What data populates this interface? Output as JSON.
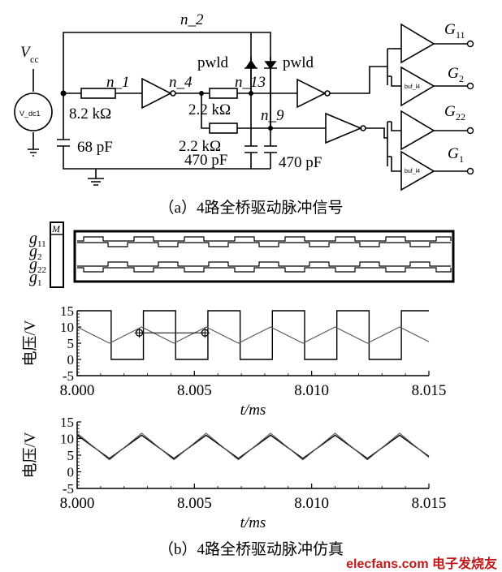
{
  "circuit": {
    "vcc_label": "V",
    "vcc_sub": "cc",
    "source_label": "V_dc1",
    "n1": "n_1",
    "n2": "n_2",
    "n4": "n_4",
    "n13": "n_13",
    "n9": "n_9",
    "r1": "8.2 kΩ",
    "r2": "2.2 kΩ",
    "r3": "2.2 kΩ",
    "c1": "68 pF",
    "c2": "470 pF",
    "c3": "470 pF",
    "diode1": "pwld",
    "diode2": "pwld",
    "buf1": "buf_l4",
    "buf2": "buf_l4",
    "out1": "G",
    "out1_sub": "11",
    "out2": "G",
    "out2_sub": "2",
    "out3": "G",
    "out3_sub": "22",
    "out4": "G",
    "out4_sub": "1"
  },
  "caption_a": "（a）4路全桥驱动脉冲信号",
  "caption_b": "（b）4路全桥驱动脉冲仿真",
  "watermark": "elecfans.com 电子发烧友",
  "digital": {
    "label_m": "M",
    "signals": [
      {
        "name": "g",
        "sub": "11"
      },
      {
        "name": "g",
        "sub": "2"
      },
      {
        "name": "g",
        "sub": "22"
      },
      {
        "name": "g",
        "sub": "1"
      }
    ]
  },
  "chart_data": [
    {
      "type": "line",
      "ylabel": "电压/V",
      "xlabel": "t/ms",
      "xlim": [
        8.0,
        8.015
      ],
      "ylim": [
        -5,
        15
      ],
      "xticks": [
        "8.000",
        "8.005",
        "8.010",
        "8.015"
      ],
      "yticks": [
        "15",
        "10",
        "5",
        "0",
        "-5"
      ],
      "period_ms": 0.00275,
      "series": [
        {
          "kind": "square",
          "high": 15,
          "low": 0,
          "first_fall": 8.00145,
          "duty": 0.5
        },
        {
          "kind": "triangle",
          "high": 10,
          "low": 5
        }
      ],
      "cursors": [
        {
          "t": 8.00265,
          "v": 8.2
        },
        {
          "t": 8.00545,
          "v": 8.2
        }
      ]
    },
    {
      "type": "line",
      "ylabel": "电压/V",
      "xlabel": "t/ms",
      "xlim": [
        8.0,
        8.015
      ],
      "ylim": [
        -5,
        15
      ],
      "xticks": [
        "8.000",
        "8.005",
        "8.010",
        "8.015"
      ],
      "yticks": [
        "15",
        "10",
        "5",
        "0",
        "-5"
      ],
      "period_ms": 0.00275,
      "series": [
        {
          "kind": "triangle",
          "high": 11,
          "low": 4
        },
        {
          "kind": "triangle",
          "high": 11.6,
          "low": 3.6
        }
      ]
    }
  ]
}
